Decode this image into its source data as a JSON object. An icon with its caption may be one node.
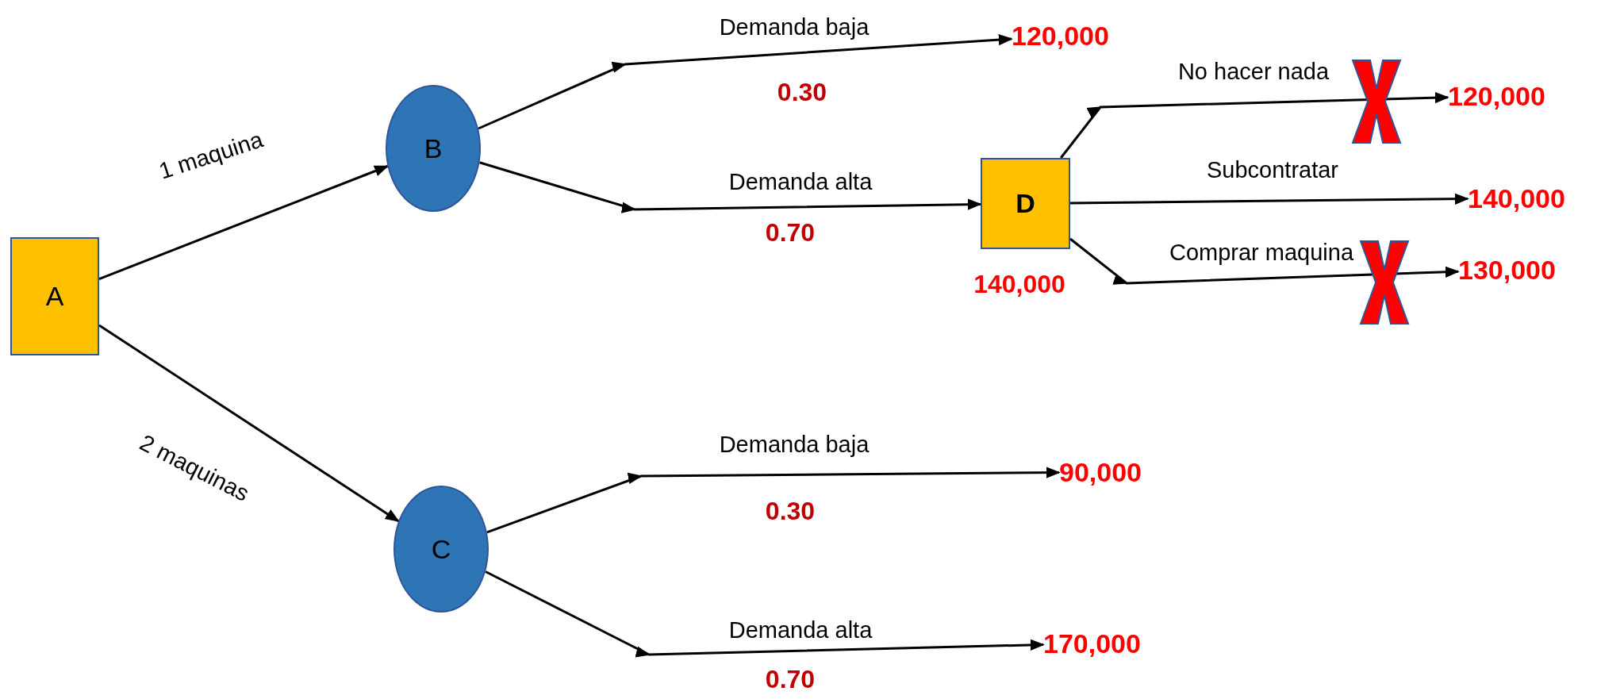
{
  "diagram": {
    "nodes": [
      {
        "text": [
          "A"
        ]
      },
      {
        "text": [
          "B"
        ]
      },
      {
        "text": [
          "C"
        ]
      },
      {
        "text": [
          "120,000"
        ]
      },
      {
        "text": [
          "D"
        ],
        "beside": [
          "140,000"
        ]
      },
      {
        "text": [
          "120,000"
        ]
      },
      {
        "text": [
          "140,000"
        ]
      },
      {
        "text": [
          "130,000"
        ]
      },
      {
        "text": [
          "90,000"
        ]
      },
      {
        "text": [
          "170,000"
        ]
      }
    ],
    "edges": [
      {
        "from": 0,
        "to": 1,
        "arrow": "to",
        "label": "1 maquina"
      },
      {
        "from": 0,
        "to": 2,
        "arrow": "to",
        "label": "2 maquinas"
      },
      {
        "from": 1,
        "to": 3,
        "arrow": "to",
        "label": "Demanda baja"
      },
      {
        "from": 1,
        "to": 4,
        "arrow": "to",
        "label": "Demanda alta"
      },
      {
        "from": 4,
        "to": 5,
        "arrow": "to",
        "label": "No hacer nada"
      },
      {
        "from": 4,
        "to": 6,
        "arrow": "to",
        "label": "Subcontratar"
      },
      {
        "from": 4,
        "to": 7,
        "arrow": "to",
        "label": "Comprar maquina"
      },
      {
        "from": 2,
        "to": 8,
        "arrow": "to",
        "label": "Demanda baja"
      },
      {
        "from": 2,
        "to": 9,
        "arrow": "to",
        "label": "Demanda alta"
      }
    ],
    "labels": [
      "0.30",
      "0.70",
      "0.30",
      "0.70"
    ]
  }
}
